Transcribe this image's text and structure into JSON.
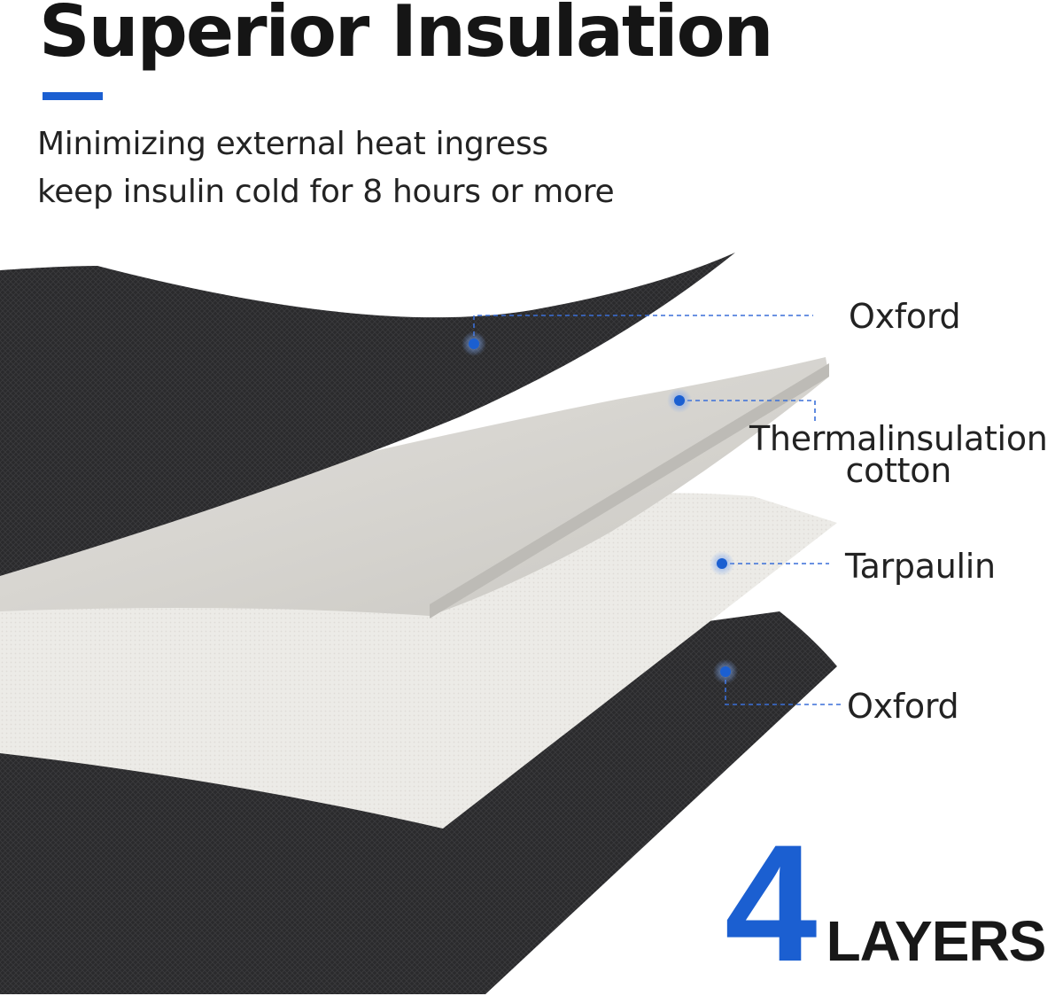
{
  "header": {
    "title": "Superior Insulation",
    "subtitle_lines": [
      "Minimizing external heat ingress",
      "keep insulin cold for 8 hours or more"
    ]
  },
  "layers": [
    {
      "id": "outer",
      "label": "Oxford",
      "color": "#2b2b2d"
    },
    {
      "id": "insulation",
      "label_line1": "Thermalinsulation",
      "label_line2": "cotton",
      "color": "#dcdad6"
    },
    {
      "id": "tarpaulin",
      "label": "Tarpaulin",
      "color": "#ecebe8"
    },
    {
      "id": "inner",
      "label": "Oxford",
      "color": "#262628"
    }
  ],
  "summary": {
    "count": "4",
    "word": "LAYERS"
  },
  "colors": {
    "accent": "#1b5fd1",
    "leader": "#3a6fd8",
    "text": "#1a1a1a"
  }
}
